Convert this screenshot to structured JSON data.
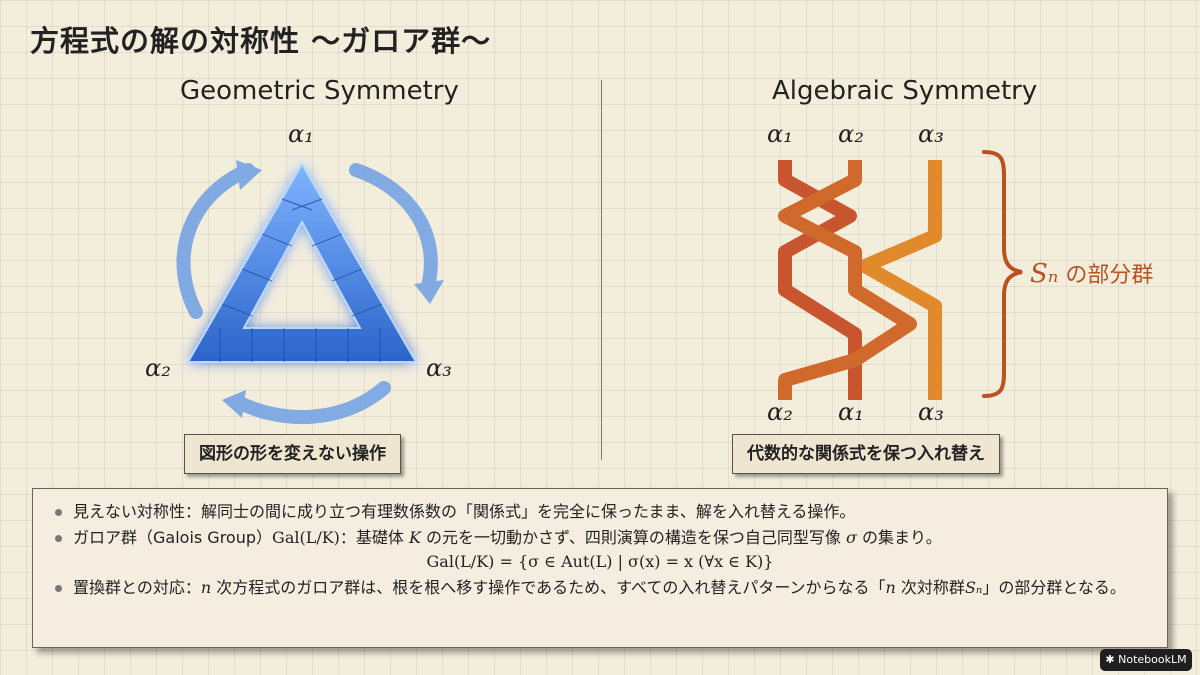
{
  "title": "方程式の解の対称性 〜ガロア群〜",
  "left_panel": {
    "title": "Geometric Symmetry",
    "labels": {
      "top": "α₁",
      "left": "α₂",
      "right": "α₃"
    },
    "caption": "図形の形を変えない操作"
  },
  "right_panel": {
    "title": "Algebraic Symmetry",
    "top_labels": [
      "α₁",
      "α₂",
      "α₃"
    ],
    "bottom_labels": [
      "α₂",
      "α₁",
      "α₃"
    ],
    "brace_label_symbol": "Sₙ",
    "brace_label_text": " の部分群",
    "caption": "代数的な関係式を保つ入れ替え"
  },
  "notes": {
    "b1": "見えない対称性：解同士の間に成り立つ有理数係数の「関係式」を完全に保ったまま、解を入れ替える操作。",
    "b2_a": "ガロア群（Galois Group）",
    "b2_gal": "Gal(L/K)",
    "b2_b": "：基礎体 ",
    "b2_K": "K",
    "b2_c": " の元を一切動かさず、四則演算の構造を保つ自己同型写像 ",
    "b2_sigma": "σ",
    "b2_d": " の集まり。",
    "formula": "Gal(L/K) = {σ ∈ Aut(L) | σ(x) = x (∀x ∈ K)}",
    "b3_a": "置換群との対応：",
    "b3_n": "n",
    "b3_b": " 次方程式のガロア群は、根を根へ移す操作であるため、すべての入れ替えパターンからなる「",
    "b3_n2": "n",
    "b3_c": " 次対称群",
    "b3_Sn": "Sₙ",
    "b3_d": "」の部分群となる。"
  },
  "badge": "NotebookLM",
  "colors": {
    "strand_red": "#c8552e",
    "strand_mid": "#d06a2c",
    "strand_orange": "#e08a2c",
    "brace": "#b8521f",
    "triangle_blue": "#3d7ee0",
    "arrow_blue": "#6f9fe4"
  }
}
